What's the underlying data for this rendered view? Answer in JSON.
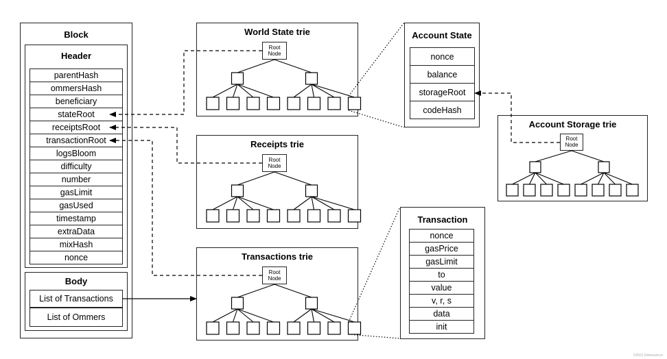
{
  "block": {
    "title": "Block",
    "header": {
      "title": "Header",
      "fields": [
        "parentHash",
        "ommersHash",
        "beneficiary",
        "stateRoot",
        "receiptsRoot",
        "transactionRoot",
        "logsBloom",
        "difficulty",
        "number",
        "gasLimit",
        "gasUsed",
        "timestamp",
        "extraData",
        "mixHash",
        "nonce"
      ]
    },
    "body": {
      "title": "Body",
      "items": [
        "List of Transactions",
        "List of Ommers"
      ]
    }
  },
  "world_state_trie": {
    "title": "World State trie",
    "root": [
      "Root",
      "Node"
    ]
  },
  "receipts_trie": {
    "title": "Receipts trie",
    "root": [
      "Root",
      "Node"
    ]
  },
  "transactions_trie": {
    "title": "Transactions trie",
    "root": [
      "Root",
      "Node"
    ]
  },
  "account_storage_trie": {
    "title": "Account Storage trie",
    "root": [
      "Root",
      "Node"
    ]
  },
  "account_state": {
    "title": "Account State",
    "fields": [
      "nonce",
      "balance",
      "storageRoot",
      "codeHash"
    ]
  },
  "transaction": {
    "title": "Transaction",
    "fields": [
      "nonce",
      "gasPrice",
      "gasLimit",
      "to",
      "value",
      "v, r, s",
      "data",
      "init"
    ]
  },
  "watermark": "©2021 Ethereum.io"
}
